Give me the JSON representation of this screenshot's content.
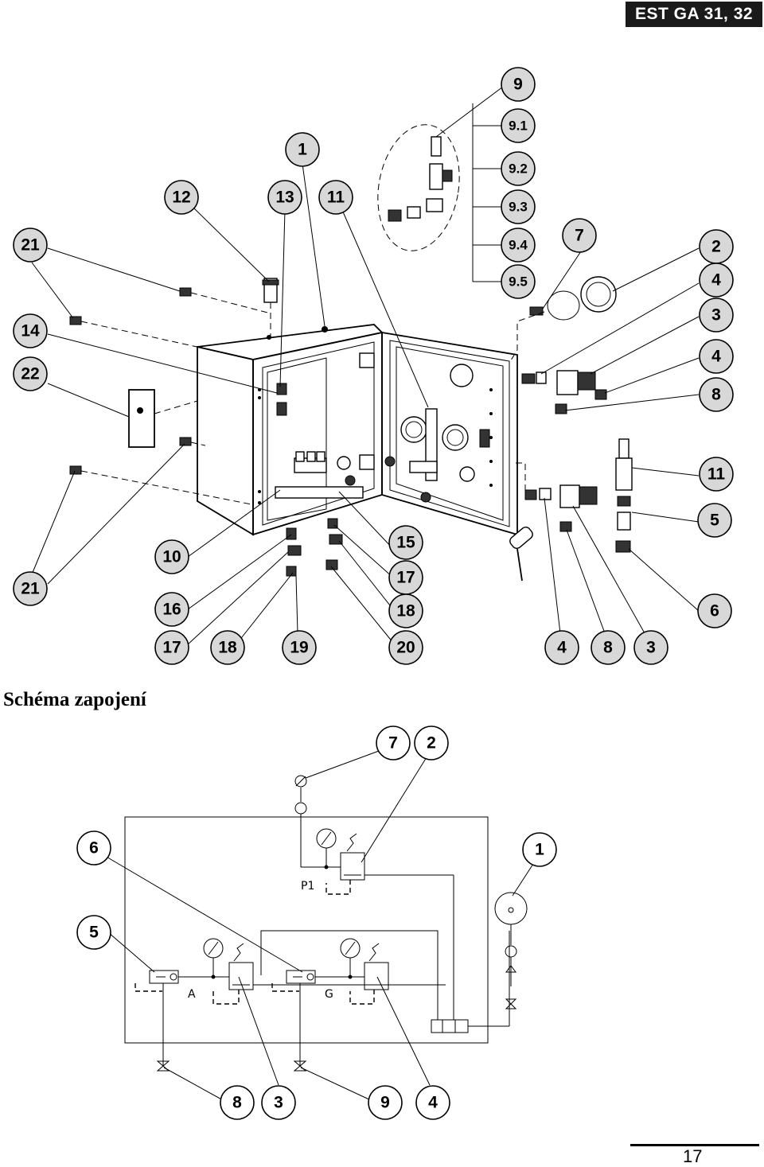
{
  "header": {
    "title": "EST GA 31, 32"
  },
  "section": {
    "title": "Schéma zapojení"
  },
  "footer": {
    "page_number": "17"
  },
  "exploded_view": {
    "callouts": [
      "9",
      "9.1",
      "9.2",
      "9.3",
      "9.4",
      "9.5",
      "1",
      "12",
      "13",
      "11",
      "21",
      "14",
      "22",
      "7",
      "2",
      "4",
      "3",
      "4",
      "8",
      "11",
      "5",
      "6",
      "10",
      "16",
      "15",
      "17",
      "18",
      "21",
      "17",
      "18",
      "19",
      "20",
      "4",
      "8",
      "3"
    ]
  },
  "schematic": {
    "callouts": [
      "7",
      "2",
      "6",
      "1",
      "5",
      "8",
      "3",
      "9",
      "4"
    ],
    "labels": {
      "p1": "P1",
      "a": "A",
      "g": "G"
    }
  }
}
